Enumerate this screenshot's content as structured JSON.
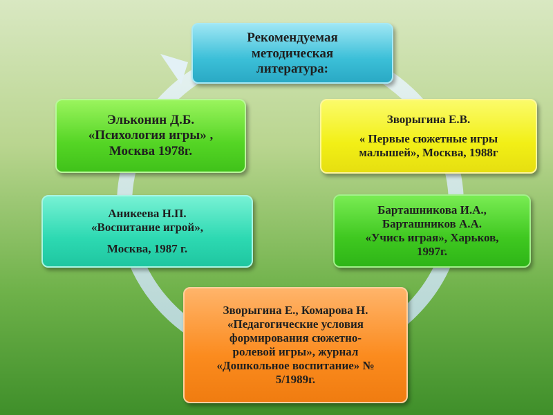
{
  "colors": {
    "top": "#3bbfd8",
    "yellow": "#f2ef16",
    "green_left": "#55d525",
    "teal": "#2dd9b2",
    "green_right": "#3fc820",
    "orange": "#fb8b1e",
    "ring": "#d7ebf2"
  },
  "top_box": {
    "lines": [
      "Рекомендуемая",
      "методическая",
      "литература:"
    ]
  },
  "yellow_box": {
    "lines": [
      "Зворыгина Е.В.",
      "« Первые сюжетные игры",
      "малышей», Москва, 1988г"
    ]
  },
  "green_left_box": {
    "lines": [
      "Эльконин Д.Б.",
      "«Психология игры» ,",
      "Москва 1978г."
    ]
  },
  "teal_box": {
    "lines": [
      "Аникеева Н.П.",
      "«Воспитание игрой»,",
      "Москва, 1987 г."
    ]
  },
  "green_right_box": {
    "lines": [
      "Барташникова И.А.,",
      "Барташников А.А.",
      "«Учись играя», Харьков,",
      "1997г."
    ]
  },
  "orange_box": {
    "lines": [
      "Зворыгина Е., Комарова Н.",
      "«Педагогические условия",
      "формирования сюжетно-",
      "ролевой игры», журнал",
      "«Дошкольное воспитание» №",
      "5/1989г."
    ]
  }
}
